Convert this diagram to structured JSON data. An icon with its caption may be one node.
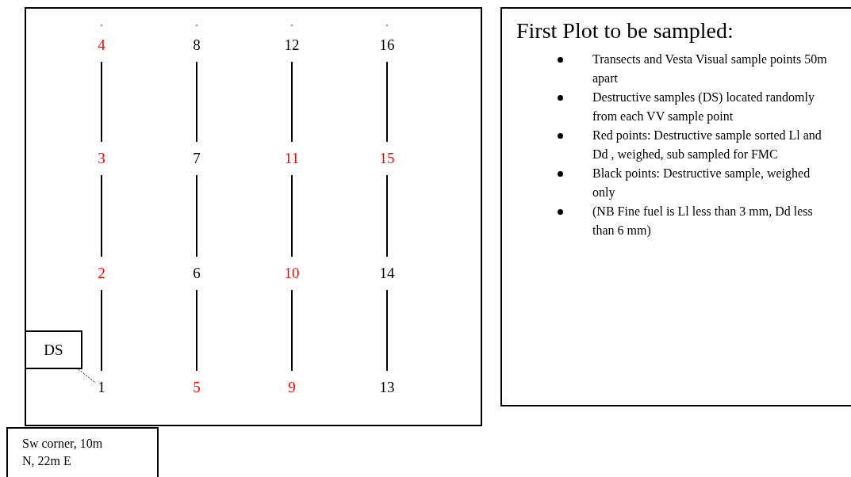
{
  "diagram": {
    "nodes": [
      {
        "text": [],
        "shape": "box"
      },
      {
        "text": [
          "4"
        ],
        "in": 0
      },
      {
        "text": [
          "8"
        ],
        "in": 0
      },
      {
        "text": [
          "12"
        ],
        "in": 0
      },
      {
        "text": [
          "16"
        ],
        "in": 0
      },
      {
        "text": [
          "3"
        ],
        "in": 0
      },
      {
        "text": [
          "7"
        ],
        "in": 0
      },
      {
        "text": [
          "11"
        ],
        "in": 0
      },
      {
        "text": [
          "15"
        ],
        "in": 0
      },
      {
        "text": [
          "2"
        ],
        "in": 0
      },
      {
        "text": [
          "6"
        ],
        "in": 0
      },
      {
        "text": [
          "10"
        ],
        "in": 0
      },
      {
        "text": [
          "14"
        ],
        "in": 0
      },
      {
        "text": [
          "DS"
        ],
        "in": 0
      },
      {
        "text": [
          "1"
        ],
        "in": 0
      },
      {
        "text": [
          "5"
        ],
        "in": 0
      },
      {
        "text": [
          "9"
        ],
        "in": 0
      },
      {
        "text": [
          "13"
        ],
        "in": 0
      },
      {
        "text": [
          "Sw corner, 10m N, 22m E"
        ]
      },
      {
        "text": [
          "First Plot to be sampled:",
          "Transects and Vesta Visual sample points 50m apart",
          "Destructive samples (DS) located randomly from each VV sample point",
          "Red points: Destructive sample sorted Ll and Dd , weighed, sub sampled for FMC",
          "Black points: Destructive sample, weighed only",
          "(NB Fine fuel is Ll less than 3 mm, Dd less than 6 mm)"
        ]
      }
    ],
    "edges": [
      {
        "from": 14,
        "to": 9,
        "arrow": "none"
      },
      {
        "from": 9,
        "to": 5,
        "arrow": "none"
      },
      {
        "from": 5,
        "to": 1,
        "arrow": "none"
      },
      {
        "from": 15,
        "to": 10,
        "arrow": "none"
      },
      {
        "from": 10,
        "to": 6,
        "arrow": "none"
      },
      {
        "from": 6,
        "to": 2,
        "arrow": "none"
      },
      {
        "from": 16,
        "to": 11,
        "arrow": "none"
      },
      {
        "from": 11,
        "to": 7,
        "arrow": "none"
      },
      {
        "from": 7,
        "to": 3,
        "arrow": "none"
      },
      {
        "from": 17,
        "to": 12,
        "arrow": "none"
      },
      {
        "from": 12,
        "to": 8,
        "arrow": "none"
      },
      {
        "from": 8,
        "to": 4,
        "arrow": "none"
      },
      {
        "from": 13,
        "to": 14,
        "arrow": "none",
        "style": "dashed"
      }
    ]
  }
}
